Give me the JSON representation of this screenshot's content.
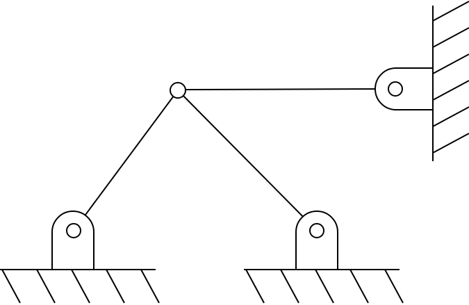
{
  "diagram": {
    "description_visible_text": "",
    "stroke_color": "#000000",
    "background_color": "#ffffff",
    "parts": [
      "ground-support-left",
      "ground-support-right",
      "wall-support-right",
      "link-left",
      "link-right",
      "link-top",
      "pin-joint-top"
    ]
  }
}
